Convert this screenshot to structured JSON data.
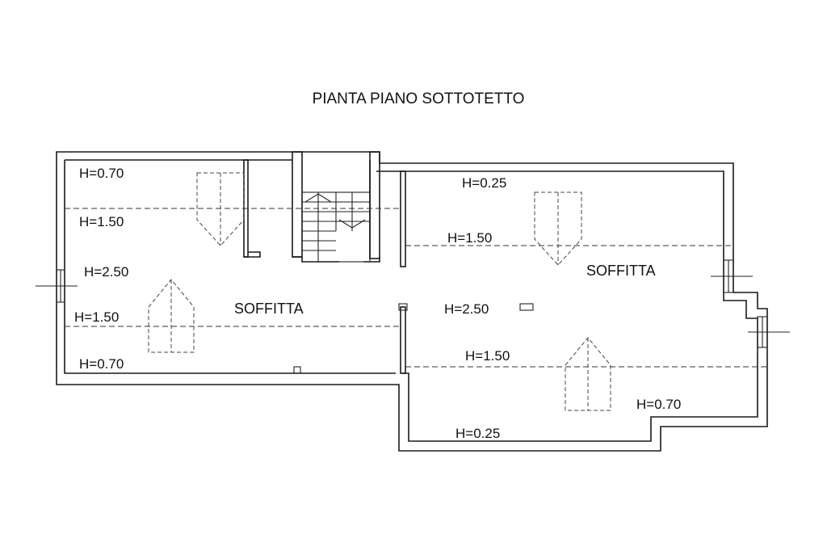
{
  "title": "PIANTA PIANO SOTTOTETTO",
  "rooms": {
    "left": "SOFFITTA",
    "right": "SOFFITTA"
  },
  "heights": {
    "left_top": "H=0.70",
    "left_upper_mid": "H=1.50",
    "left_center": "H=2.50",
    "left_lower_mid": "H=1.50",
    "left_bottom": "H=0.70",
    "right_top": "H=0.25",
    "right_upper_mid": "H=1.50",
    "right_center": "H=2.50",
    "right_lower_mid": "H=1.50",
    "right_low": "H=0.70",
    "right_bottom": "H=0.25"
  }
}
